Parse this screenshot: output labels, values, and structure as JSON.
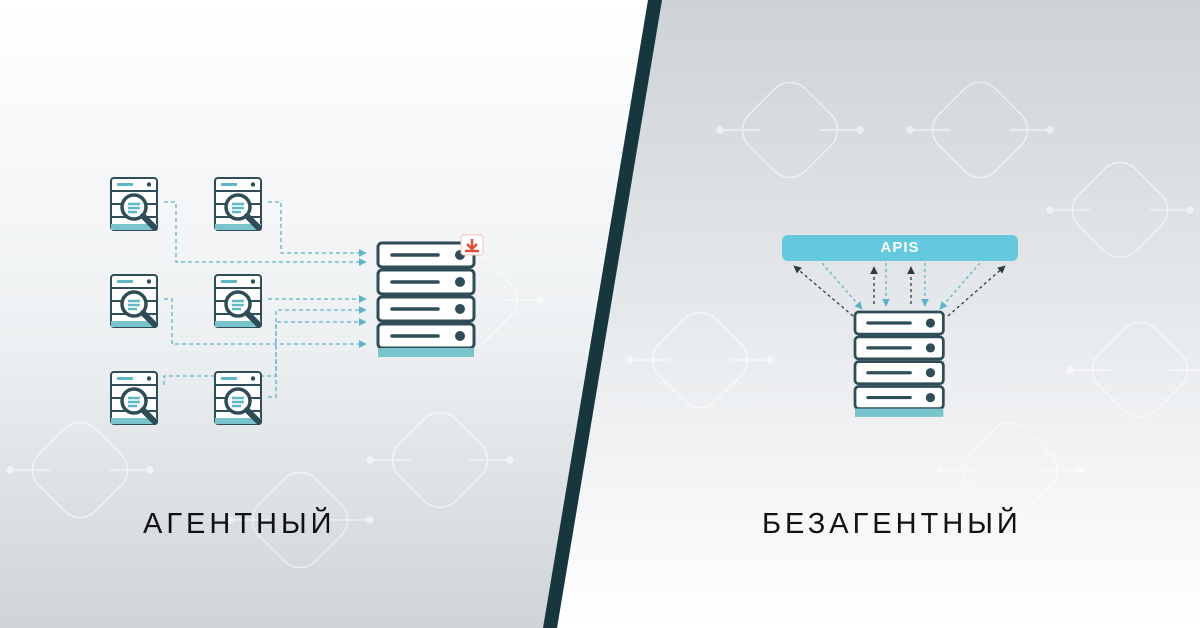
{
  "left_panel": {
    "caption": "АГЕНТНЫЙ"
  },
  "right_panel": {
    "caption": "БЕЗАГЕНТНЫЙ",
    "apis_label": "APIS"
  },
  "colors": {
    "divider": "#17363d",
    "server_frame": "#2f4d57",
    "server_teal": "#5fb8c4",
    "server_base": "#79c4cc",
    "arrow_left": "#5fb3c8",
    "arrow_right_dark": "#2a3d44",
    "apis_bar": "#64c9df",
    "download_badge": "#e24b3b"
  },
  "icons": [
    "server-search-icon",
    "server-icon",
    "download-icon"
  ]
}
